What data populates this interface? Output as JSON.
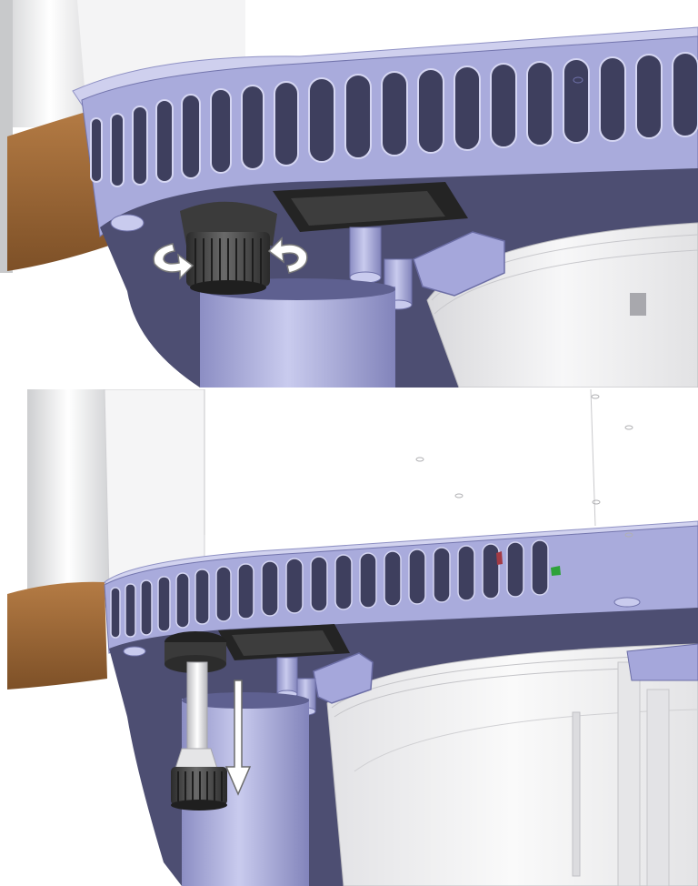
{
  "figure": {
    "panels": [
      {
        "step": "loosen-knob",
        "motion": "rotate",
        "indicator": "curved-arrows"
      },
      {
        "step": "pull-knob-down",
        "motion": "translate-down",
        "indicator": "straight-arrow"
      }
    ],
    "colors": {
      "housing": "#a9abdc",
      "housing_dark": "#6d6fa8",
      "underside": "#4d4e72",
      "knob": "#3a3a3a",
      "stand_pipe": "#9b6a3a",
      "column": "#efeff0",
      "glass": "#eeeeef",
      "arrow_fill": "#ffffff"
    }
  }
}
